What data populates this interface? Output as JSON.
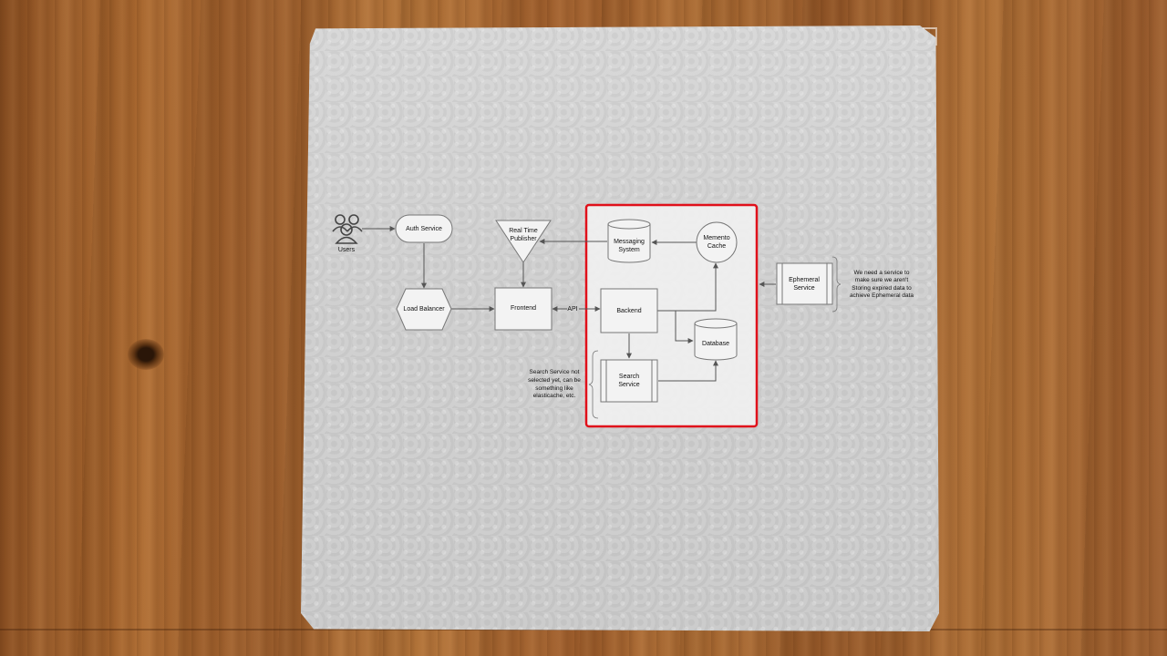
{
  "diagram": {
    "users_label": "Users",
    "auth_service": "Auth Service",
    "load_balancer": "Load Balancer",
    "real_time_publisher": [
      "Real Time",
      "Publisher"
    ],
    "frontend": "Frontend",
    "api_label": "API",
    "messaging_system": [
      "Messaging",
      "System"
    ],
    "memento_cache": [
      "Memento",
      "Cache"
    ],
    "backend": "Backend",
    "database": "Database",
    "search_service": [
      "Search",
      "Service"
    ],
    "ephemeral_service": [
      "Ephemeral",
      "Service"
    ],
    "search_note": [
      "Search Service not",
      "selected yet, can be",
      "something like",
      "elasticache, etc."
    ],
    "ephemeral_note": [
      "We need a service to",
      "make sure we aren't",
      "Storing expired data to",
      "achieve Ephemeral data"
    ],
    "colors": {
      "highlight_border": "#e0101a",
      "node_fill": "#f3f3f3",
      "node_stroke": "#777777",
      "arrow": "#555555"
    }
  }
}
